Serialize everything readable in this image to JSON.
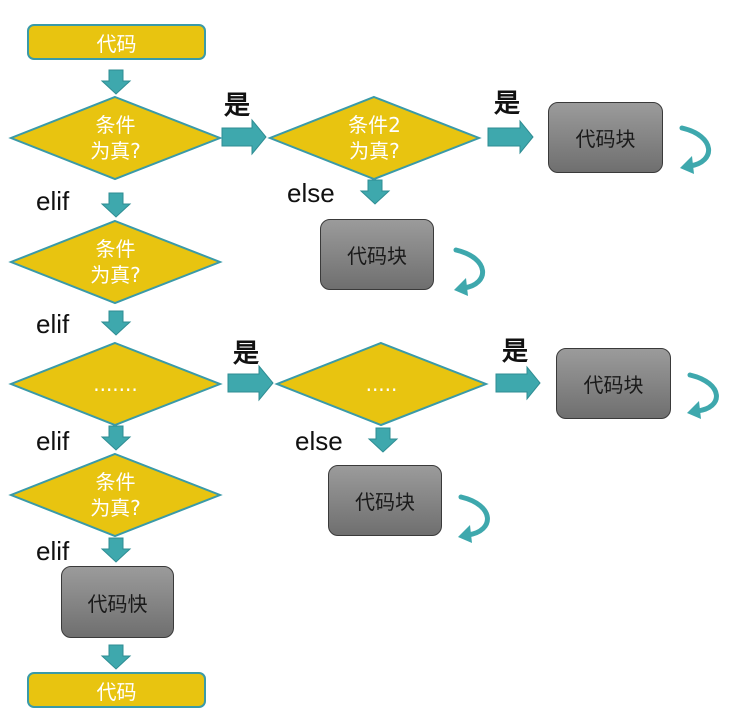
{
  "start_box": {
    "label": "代码"
  },
  "end_box": {
    "label": "代码"
  },
  "left_column": {
    "condition_1": "条件\n为真?",
    "elif_label_1": "elif",
    "condition_2": "条件\n为真?",
    "elif_label_2": "elif",
    "condition_3": ".......",
    "elif_label_3": "elif",
    "condition_4": "条件\n为真?",
    "elif_label_4": "elif",
    "final_block": "代码快"
  },
  "upper_branch": {
    "yes_label_1": "是",
    "condition": "条件2\n为真?",
    "yes_label_2": "是",
    "yes_block": "代码块",
    "else_label": "else",
    "else_block": "代码块"
  },
  "lower_branch": {
    "yes_label_1": "是",
    "condition": ".....",
    "yes_label_2": "是",
    "yes_block": "代码块",
    "else_label": "else",
    "else_block": "代码块"
  },
  "colors": {
    "diamond_fill": "#e8c410",
    "diamond_border": "#3a9aa8",
    "arrow": "#3ea8ad",
    "block_fill": "#808080",
    "text_on_yellow": "#ffffff"
  }
}
